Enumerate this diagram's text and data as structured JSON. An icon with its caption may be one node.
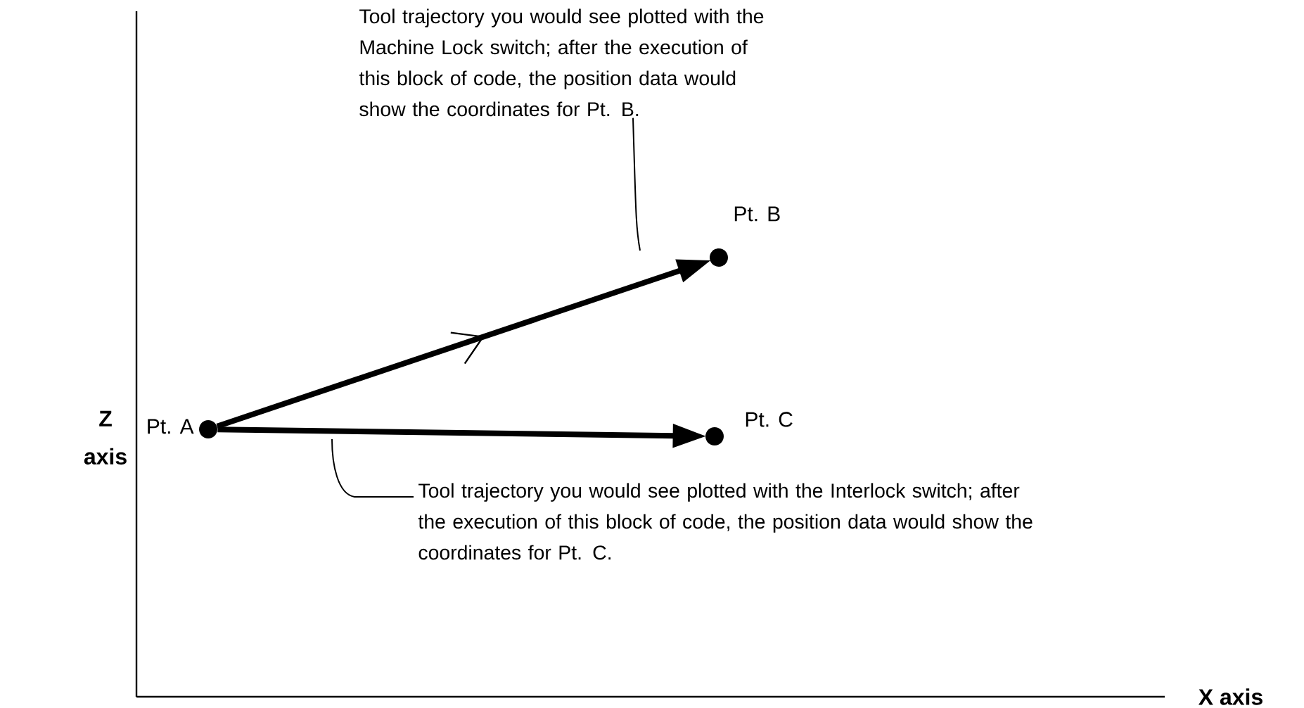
{
  "diagram": {
    "nodes": [
      {
        "text": [],
        "shape": "circle",
        "beside": [
          "Pt. A"
        ]
      },
      {
        "text": [],
        "shape": "circle",
        "beside": [
          "Pt. B"
        ]
      },
      {
        "text": [],
        "shape": "circle",
        "beside": [
          "Pt. C"
        ]
      },
      {
        "text": [
          "Tool trajectory you would see plotted with the Machine Lock switch; after the execution of this block of code, the position data would show the coordinates for Pt. B."
        ]
      },
      {
        "text": [
          "Tool trajectory you would see plotted with the Interlock switch; after the execution of this block of code, the position data would show the coordinates for Pt. C."
        ]
      }
    ],
    "edges": [
      {
        "from": 0,
        "to": 1,
        "arrow": "to",
        "style": "thick"
      },
      {
        "from": 0,
        "to": 2,
        "arrow": "to",
        "style": "thick"
      },
      {
        "from": 3,
        "to": null,
        "arrow": "none"
      },
      {
        "from": 4,
        "to": null,
        "arrow": "none"
      }
    ],
    "labels": [
      "Z axis",
      "X axis"
    ]
  }
}
